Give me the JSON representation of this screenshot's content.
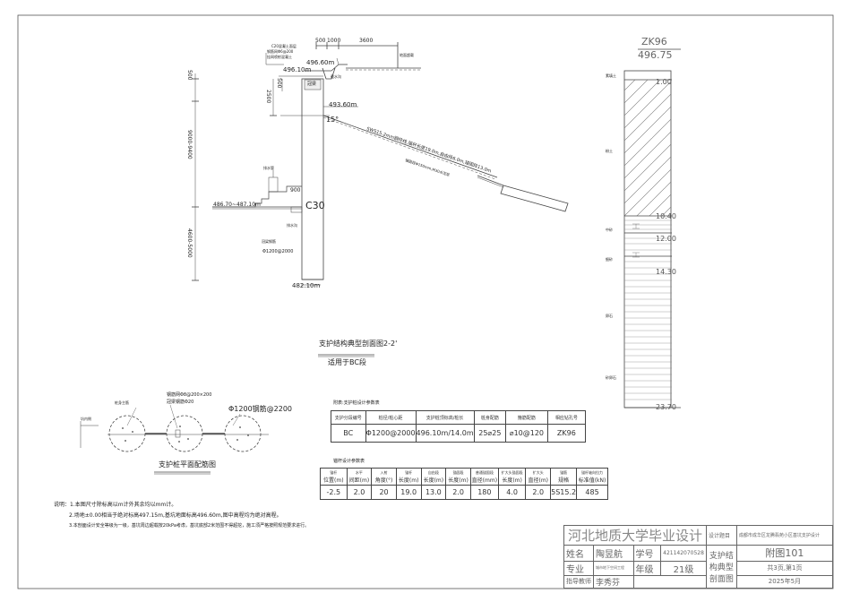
{
  "borehole": {
    "id": "ZK96",
    "elevation": "496.75",
    "depths": [
      "1.00",
      "10.40",
      "12.00",
      "14.30",
      "23.70"
    ],
    "layer_notes": [
      "素填土",
      "粉土",
      "中砂",
      "细砂",
      "卵石",
      "砂卵石"
    ]
  },
  "section": {
    "dims": {
      "w1": "500",
      "w2": "1000",
      "w3": "3600",
      "h1": "500",
      "h2": "9000-9400",
      "h3": "4600-5000",
      "h4": "2500",
      "h5": "500",
      "cap": "900"
    },
    "elevations": {
      "top": "496.60m",
      "left": "496.10m",
      "anchor": "493.60m",
      "excavation": "486.70~487.10m",
      "bottom": "482.10m"
    },
    "concrete": "C30",
    "pile_spec": "Φ1200@2000",
    "anchor_angle": "15°",
    "anchor_text": "SWS15.2mm钢绞线,锚杆长度19.0m,自由段6.0m,锚固段13.0m",
    "anchor_text2": "锚固段Φ150mm,M30水泥浆",
    "top_notes": [
      "C20混凝土面层",
      "钢筋网Φ6@200",
      "挂网喷射混凝土"
    ],
    "cap_label": "冠梁",
    "crest_note": "截水沟",
    "crest_right": "3600",
    "ground_note": "地面超载",
    "pipe_note": "排水管",
    "drain_note": "排水沟",
    "steel_note": "冠梁钢筋",
    "rebar_note": "Φ1200@2000",
    "title": "支护结构典型剖面图2-2'",
    "subtitle": "适用于BC段"
  },
  "plan": {
    "title": "支护桩平面配筋图",
    "label1": "钢筋网Φ8@200×200",
    "label2": "冠梁钢筋Φ20",
    "label3": "Φ1200钢筋@2200",
    "label_left": "坑内侧",
    "label_in": "桩身主筋"
  },
  "notes": [
    "说明：1.本图尺寸除标高以m计外其余均以mm计。",
    "2.场地±0.00相当于绝对标高497.15m,基坑地面标高496.60m,图中高程均为绝对高程。",
    "3.本剖面设计安全等级为一级，基坑周边超载按20kPa考虑，基坑底部2米范围不得超挖，施工须严格按照规范要求进行。"
  ],
  "table1": {
    "title": "附表:支护桩设计参数表",
    "headers": [
      "支护分段编号",
      "桩径/桩心距",
      "支护桩顶标高/桩长",
      "桩身配筋",
      "箍筋配筋",
      "相应钻孔号"
    ],
    "row": [
      "BC",
      "Φ1200@2000",
      "496.10m/14.0m",
      "25⌀25",
      "⌀10@120",
      "ZK96"
    ]
  },
  "table2": {
    "title": "锚杆设计参数表",
    "headers": [
      [
        "锚杆",
        "位置(m)"
      ],
      [
        "水平",
        "间距(m)"
      ],
      [
        "入射",
        "角度(°)"
      ],
      [
        "锚杆",
        "长度(m)"
      ],
      [
        "自由段",
        "长度(m)"
      ],
      [
        "锚固段",
        "长度(m)"
      ],
      [
        "普通锚固段",
        "直径(mm)"
      ],
      [
        "扩大头锚固段",
        "长度(m)"
      ],
      [
        "扩大头",
        "直径(m)"
      ],
      [
        "锚筋",
        "规格"
      ],
      [
        "锚杆轴向拉力",
        "标准值(kN)"
      ]
    ],
    "row": [
      "-2.5",
      "2.0",
      "20",
      "19.0",
      "13.0",
      "2.0",
      "180",
      "4.0",
      "2.0",
      "5S15.2",
      "485"
    ]
  },
  "title_block": {
    "school": "河北地质大学毕业设计",
    "project_label": "设计题目",
    "project": "成都市成华区龙腾翡苑小区基坑支护设计",
    "name_label": "姓名",
    "name": "陶昱航",
    "id_label": "学号",
    "id": "421142070528",
    "major_label": "专业",
    "major": "城市地下空间工程",
    "grade_label": "年级",
    "grade": "21级",
    "drawing_title": "支护结构典型剖面图",
    "advisor_label": "指导教师",
    "advisor": "李秀芬",
    "drawing_no": "附图101",
    "pages": "共3页,第1页",
    "date": "2025年5月"
  }
}
